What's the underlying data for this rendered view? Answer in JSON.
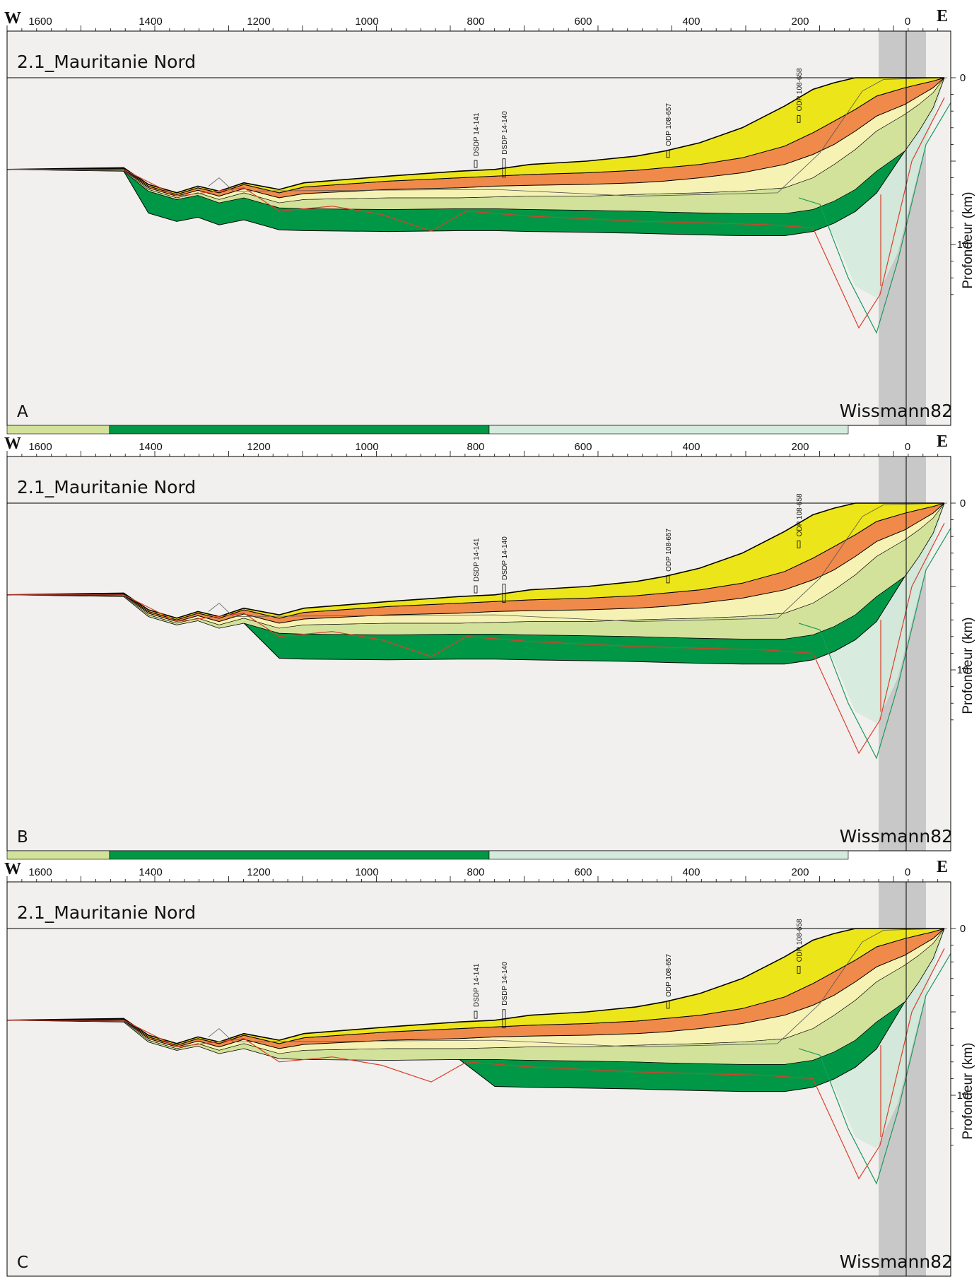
{
  "colors": {
    "background": "#f1f0ee",
    "shelf_band": "#c8c8c8",
    "yellow": "#ece51a",
    "orange": "#f08a4b",
    "pale_yellow": "#f6f2b4",
    "light_green": "#d3e29a",
    "dark_green": "#009846",
    "pale_green": "#d4eadc",
    "red_line": "#d9402a",
    "green_line": "#1c9a5c",
    "gray_line": "#555555"
  },
  "axis": {
    "west_label": "W",
    "east_label": "E",
    "x_ticks": [
      "1600",
      "1400",
      "1200",
      "1000",
      "800",
      "600",
      "400",
      "200",
      "0"
    ],
    "y_ticks": [
      "0",
      "10"
    ],
    "y_label": "Profondeur (km)"
  },
  "wells": [
    "DSDP 14-141",
    "DSDP 14-140",
    "ODP 108-657",
    "ODP 108-658"
  ],
  "panels": [
    {
      "title": "2.1_Mauritanie Nord",
      "letter": "A",
      "source": "Wissmann82",
      "variant": "a"
    },
    {
      "title": "2.1_Mauritanie Nord",
      "letter": "B",
      "source": "Wissmann82",
      "variant": "b"
    },
    {
      "title": "2.1_Mauritanie Nord",
      "letter": "C",
      "source": "Wissmann82",
      "variant": "c"
    }
  ],
  "legend_bar": [
    {
      "color": "#d3e29a"
    },
    {
      "color": "#009846"
    },
    {
      "color": "#d4eadc"
    }
  ]
}
